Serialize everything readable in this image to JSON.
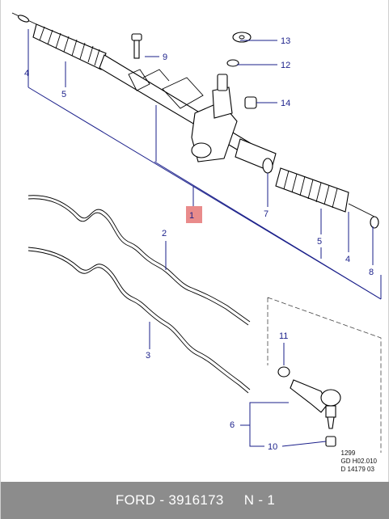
{
  "callouts": {
    "c1": "1",
    "c2": "2",
    "c3": "3",
    "c4a": "4",
    "c4b": "4",
    "c5a": "5",
    "c5b": "5",
    "c6": "6",
    "c7": "7",
    "c8": "8",
    "c9": "9",
    "c10": "10",
    "c11": "11",
    "c12": "12",
    "c13": "13",
    "c14": "14"
  },
  "reference": {
    "line1": "1299",
    "line2": "GD H02.010",
    "line3": "D 14179 03"
  },
  "footer": {
    "brand": "FORD",
    "part_number": "3916173",
    "qty": "N - 1"
  },
  "colors": {
    "callout_text": "#1a1f8a",
    "highlight_box": "#e98b8b",
    "footer_bg": "#8c8c8c"
  }
}
